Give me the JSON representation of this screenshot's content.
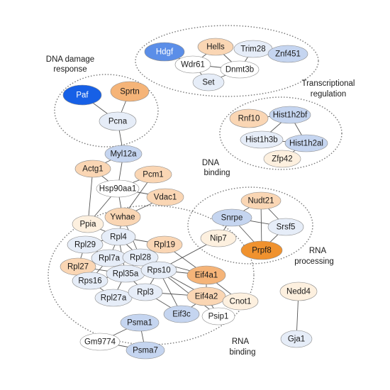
{
  "colors": {
    "strong_blue": "#1760e6",
    "medium_blue": "#5b8ee8",
    "light_blue": "#c5d5f0",
    "very_light_blue": "#e6edf8",
    "white": "#ffffff",
    "very_light_orange": "#fdf0df",
    "light_orange": "#fad6b4",
    "medium_orange": "#f5b478",
    "strong_orange": "#f0922e"
  },
  "clusters": [
    {
      "id": "transcriptional-regulation",
      "label": [
        "Transcriptional",
        "regulation"
      ]
    },
    {
      "id": "dna-damage-response",
      "label": [
        "DNA damage",
        "response"
      ]
    },
    {
      "id": "dna-binding",
      "label": [
        "DNA",
        "binding"
      ]
    },
    {
      "id": "rna-processing",
      "label": [
        "RNA",
        "processing"
      ]
    },
    {
      "id": "rna-binding",
      "label": [
        "RNA",
        "binding"
      ]
    }
  ],
  "nodes": [
    {
      "id": "Hdgf",
      "label": "Hdgf",
      "color": "medium_blue"
    },
    {
      "id": "Hells",
      "label": "Hells",
      "color": "light_orange"
    },
    {
      "id": "Trim28",
      "label": "Trim28",
      "color": "very_light_blue"
    },
    {
      "id": "Znf451",
      "label": "Znf451",
      "color": "light_blue"
    },
    {
      "id": "Wdr61",
      "label": "Wdr61",
      "color": "white"
    },
    {
      "id": "Dnmt3b",
      "label": "Dnmt3b",
      "color": "white"
    },
    {
      "id": "Set",
      "label": "Set",
      "color": "very_light_blue"
    },
    {
      "id": "Paf",
      "label": "Paf",
      "color": "strong_blue"
    },
    {
      "id": "Sprtn",
      "label": "Sprtn",
      "color": "medium_orange"
    },
    {
      "id": "Pcna",
      "label": "Pcna",
      "color": "very_light_blue"
    },
    {
      "id": "Rnf10",
      "label": "Rnf10",
      "color": "light_orange"
    },
    {
      "id": "Hist1h2bf",
      "label": "Hist1h2bf",
      "color": "light_blue"
    },
    {
      "id": "Hist1h3b",
      "label": "Hist1h3b",
      "color": "very_light_blue"
    },
    {
      "id": "Hist1h2al",
      "label": "Hist1h2al",
      "color": "light_blue"
    },
    {
      "id": "Zfp42",
      "label": "Zfp42",
      "color": "very_light_orange"
    },
    {
      "id": "Myl12a",
      "label": "Myl12a",
      "color": "light_blue"
    },
    {
      "id": "Actg1",
      "label": "Actg1",
      "color": "light_orange"
    },
    {
      "id": "Pcm1",
      "label": "Pcm1",
      "color": "light_orange"
    },
    {
      "id": "Hsp90aa1",
      "label": "Hsp90aa1",
      "color": "white"
    },
    {
      "id": "Vdac1",
      "label": "Vdac1",
      "color": "light_orange"
    },
    {
      "id": "Ppia",
      "label": "Ppia",
      "color": "very_light_orange"
    },
    {
      "id": "Ywhae",
      "label": "Ywhae",
      "color": "light_orange"
    },
    {
      "id": "Nudt21",
      "label": "Nudt21",
      "color": "light_orange"
    },
    {
      "id": "Snrpe",
      "label": "Snrpe",
      "color": "light_blue"
    },
    {
      "id": "Srsf5",
      "label": "Srsf5",
      "color": "very_light_blue"
    },
    {
      "id": "Nip7",
      "label": "Nip7",
      "color": "very_light_orange"
    },
    {
      "id": "Prpf8",
      "label": "Prpf8",
      "color": "strong_orange"
    },
    {
      "id": "Rpl4",
      "label": "Rpl4",
      "color": "very_light_blue"
    },
    {
      "id": "Rpl29",
      "label": "Rpl29",
      "color": "very_light_blue"
    },
    {
      "id": "Rpl19",
      "label": "Rpl19",
      "color": "light_orange"
    },
    {
      "id": "Rpl7a",
      "label": "Rpl7a",
      "color": "very_light_blue"
    },
    {
      "id": "Rpl28",
      "label": "Rpl28",
      "color": "very_light_blue"
    },
    {
      "id": "Rpl27",
      "label": "Rpl27",
      "color": "light_orange"
    },
    {
      "id": "Rpl35a",
      "label": "Rpl35a",
      "color": "very_light_blue"
    },
    {
      "id": "Rps10",
      "label": "Rps10",
      "color": "very_light_blue"
    },
    {
      "id": "Eif4a1",
      "label": "Eif4a1",
      "color": "medium_orange"
    },
    {
      "id": "Rps16",
      "label": "Rps16",
      "color": "very_light_blue"
    },
    {
      "id": "Rpl27a",
      "label": "Rpl27a",
      "color": "very_light_blue"
    },
    {
      "id": "Rpl3",
      "label": "Rpl3",
      "color": "very_light_blue"
    },
    {
      "id": "Eif4a2",
      "label": "Eif4a2",
      "color": "light_orange"
    },
    {
      "id": "Cnot1",
      "label": "Cnot1",
      "color": "very_light_orange"
    },
    {
      "id": "Eif3c",
      "label": "Eif3c",
      "color": "light_blue"
    },
    {
      "id": "Psip1",
      "label": "Psip1",
      "color": "white"
    },
    {
      "id": "Nedd4",
      "label": "Nedd4",
      "color": "very_light_orange"
    },
    {
      "id": "Gja1",
      "label": "Gja1",
      "color": "very_light_blue"
    },
    {
      "id": "Psma1",
      "label": "Psma1",
      "color": "light_blue"
    },
    {
      "id": "Gm9774",
      "label": "Gm9774",
      "color": "white"
    },
    {
      "id": "Psma7",
      "label": "Psma7",
      "color": "light_blue"
    }
  ],
  "edges": [
    [
      "Hdgf",
      "Wdr61"
    ],
    [
      "Hells",
      "Wdr61"
    ],
    [
      "Hells",
      "Dnmt3b"
    ],
    [
      "Trim28",
      "Dnmt3b"
    ],
    [
      "Trim28",
      "Znf451"
    ],
    [
      "Wdr61",
      "Dnmt3b"
    ],
    [
      "Dnmt3b",
      "Set"
    ],
    [
      "Wdr61",
      "Set"
    ],
    [
      "Paf",
      "Pcna"
    ],
    [
      "Sprtn",
      "Pcna"
    ],
    [
      "Rnf10",
      "Hist1h2bf"
    ],
    [
      "Hist1h2bf",
      "Hist1h3b"
    ],
    [
      "Hist1h2bf",
      "Hist1h2al"
    ],
    [
      "Hist1h3b",
      "Hist1h2al"
    ],
    [
      "Hist1h2al",
      "Zfp42"
    ],
    [
      "Pcna",
      "Myl12a"
    ],
    [
      "Myl12a",
      "Actg1"
    ],
    [
      "Myl12a",
      "Hsp90aa1"
    ],
    [
      "Actg1",
      "Hsp90aa1"
    ],
    [
      "Pcm1",
      "Hsp90aa1"
    ],
    [
      "Hsp90aa1",
      "Vdac1"
    ],
    [
      "Hsp90aa1",
      "Ppia"
    ],
    [
      "Hsp90aa1",
      "Ywhae"
    ],
    [
      "Pcm1",
      "Ywhae"
    ],
    [
      "Vdac1",
      "Ywhae"
    ],
    [
      "Actg1",
      "Ppia"
    ],
    [
      "Nudt21",
      "Snrpe"
    ],
    [
      "Nudt21",
      "Srsf5"
    ],
    [
      "Nudt21",
      "Prpf8"
    ],
    [
      "Snrpe",
      "Srsf5"
    ],
    [
      "Snrpe",
      "Prpf8"
    ],
    [
      "Srsf5",
      "Prpf8"
    ],
    [
      "Snrpe",
      "Nip7"
    ],
    [
      "Nip7",
      "Rps10"
    ],
    [
      "Ppia",
      "Rpl4"
    ],
    [
      "Ywhae",
      "Rpl4"
    ],
    [
      "Ywhae",
      "Rpl28"
    ],
    [
      "Rpl4",
      "Rpl29"
    ],
    [
      "Rpl4",
      "Rpl19"
    ],
    [
      "Rpl4",
      "Rpl7a"
    ],
    [
      "Rpl4",
      "Rpl28"
    ],
    [
      "Rpl4",
      "Rpl35a"
    ],
    [
      "Rpl29",
      "Rpl7a"
    ],
    [
      "Rpl29",
      "Rpl27"
    ],
    [
      "Rpl7a",
      "Rpl28"
    ],
    [
      "Rpl7a",
      "Rpl35a"
    ],
    [
      "Rpl7a",
      "Rpl27"
    ],
    [
      "Rpl7a",
      "Rps16"
    ],
    [
      "Rpl28",
      "Rpl19"
    ],
    [
      "Rpl28",
      "Rpl35a"
    ],
    [
      "Rpl28",
      "Rps10"
    ],
    [
      "Rpl27",
      "Rps16"
    ],
    [
      "Rpl27",
      "Rpl35a"
    ],
    [
      "Rpl35a",
      "Rps16"
    ],
    [
      "Rpl35a",
      "Rpl27a"
    ],
    [
      "Rpl35a",
      "Rpl3"
    ],
    [
      "Rpl35a",
      "Rps10"
    ],
    [
      "Rps16",
      "Rpl27a"
    ],
    [
      "Rpl27a",
      "Rpl3"
    ],
    [
      "Rpl3",
      "Rps10"
    ],
    [
      "Rps10",
      "Eif4a1"
    ],
    [
      "Rps10",
      "Eif4a2"
    ],
    [
      "Rps10",
      "Eif3c"
    ],
    [
      "Rpl3",
      "Eif3c"
    ],
    [
      "Rpl3",
      "Eif4a2"
    ],
    [
      "Eif4a1",
      "Eif4a2"
    ],
    [
      "Eif4a1",
      "Cnot1"
    ],
    [
      "Eif4a2",
      "Cnot1"
    ],
    [
      "Eif4a2",
      "Eif3c"
    ],
    [
      "Eif4a2",
      "Psip1"
    ],
    [
      "Rpl19",
      "Eif4a1"
    ],
    [
      "Rpl28",
      "Eif4a1"
    ],
    [
      "Rps10",
      "Psip1"
    ],
    [
      "Nedd4",
      "Gja1"
    ],
    [
      "Psma1",
      "Gm9774"
    ],
    [
      "Psma1",
      "Psma7"
    ],
    [
      "Gm9774",
      "Psma7"
    ]
  ]
}
